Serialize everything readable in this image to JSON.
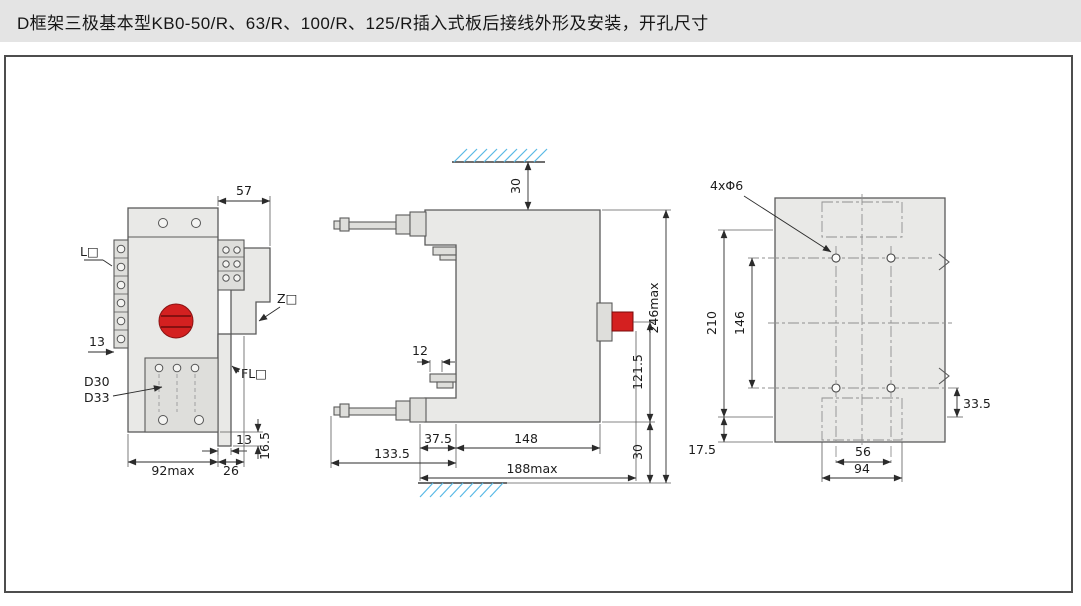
{
  "page": {
    "title": "D框架三极基本型KB0-50/R、63/R、100/R、125/R插入式板后接线外形及安装，开孔尺寸"
  },
  "colors": {
    "accent_red": "#d42020",
    "hatch_blue": "#58b9e6",
    "body_fill": "#e9e9e7"
  },
  "front_view": {
    "dim_top_width": "57",
    "label_l": "L□",
    "dim_left_13": "13",
    "label_z": "Z□",
    "label_d30": "D30",
    "label_d33": "D33",
    "label_fl": "FL□",
    "dim_bottom_13": "13",
    "dim_width_max": "92max",
    "dim_26": "26",
    "dim_16_5": "16.5"
  },
  "side_view": {
    "dim_top_gap": "30",
    "dim_12": "12",
    "dim_37_5": "37.5",
    "dim_148": "148",
    "dim_133_5": "133.5",
    "dim_depth_max": "188max",
    "dim_121_5": "121.5",
    "dim_height_max": "246max",
    "dim_bottom_gap": "30"
  },
  "drill_view": {
    "label_holes": "4xΦ6",
    "dim_210": "210",
    "dim_146": "146",
    "dim_33_5": "33.5",
    "dim_17_5": "17.5",
    "dim_56": "56",
    "dim_94": "94"
  }
}
